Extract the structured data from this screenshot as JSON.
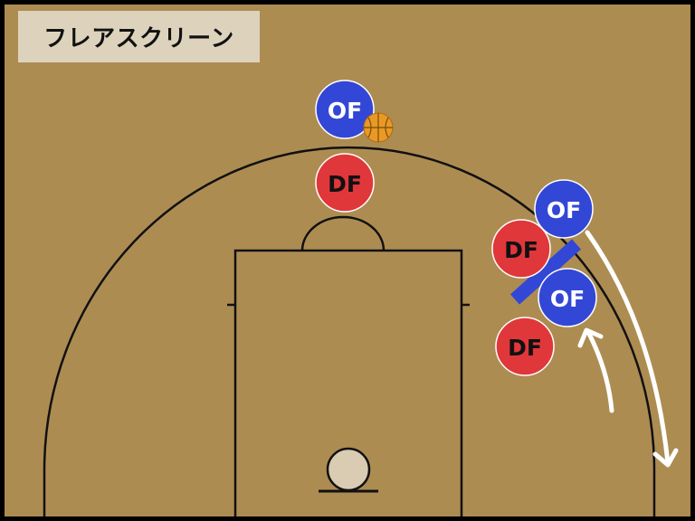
{
  "title": "フレアスクリーン",
  "colors": {
    "court": "#ad8c52",
    "line": "#111111",
    "offense": "#3347d6",
    "defense": "#e0373b",
    "ball": "#e89a25",
    "rim": "#dacbb3",
    "screen": "#3347d6",
    "arrow": "#ffffff",
    "title_bg": "#ddd3bd"
  },
  "players": [
    {
      "role": "offense",
      "label": "OF",
      "has_ball": true
    },
    {
      "role": "defense",
      "label": "DF"
    },
    {
      "role": "offense",
      "label": "OF"
    },
    {
      "role": "defense",
      "label": "DF"
    },
    {
      "role": "offense",
      "label": "OF"
    },
    {
      "role": "defense",
      "label": "DF"
    }
  ],
  "icons": {
    "ball": "basketball-icon"
  }
}
